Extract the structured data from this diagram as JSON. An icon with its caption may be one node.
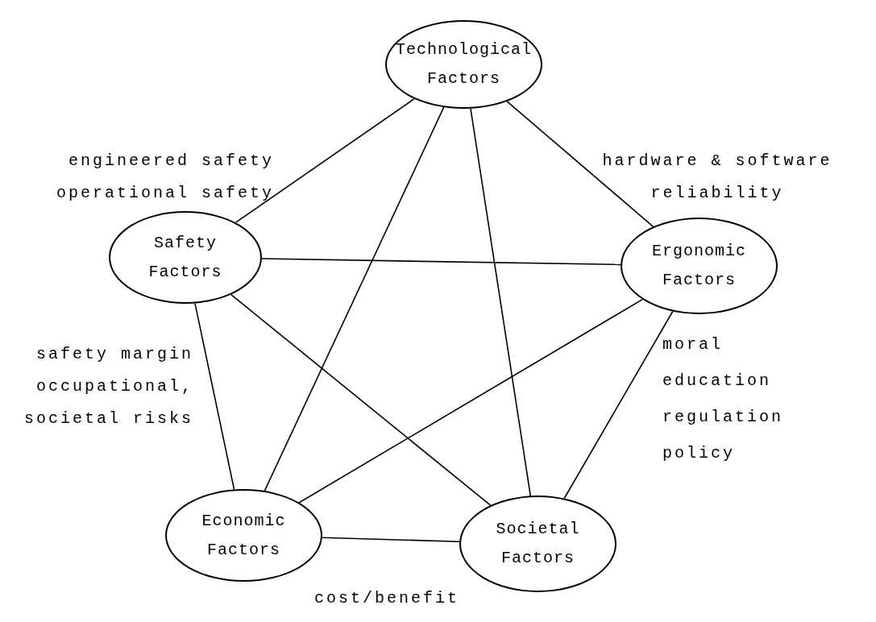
{
  "diagram": {
    "nodes": [
      {
        "text": [
          "Technological Factors"
        ]
      },
      {
        "text": [
          "Safety Factors"
        ]
      },
      {
        "text": [
          "Ergonomic Factors"
        ]
      },
      {
        "text": [
          "Economic Factors"
        ]
      },
      {
        "text": [
          "Societal Factors"
        ]
      }
    ],
    "edges": [
      {
        "from": 0,
        "to": 1,
        "arrow": "none",
        "label": "engineered safety operational safety"
      },
      {
        "from": 0,
        "to": 2,
        "arrow": "none",
        "label": "hardware & software reliability"
      },
      {
        "from": 0,
        "to": 3,
        "arrow": "none"
      },
      {
        "from": 0,
        "to": 4,
        "arrow": "none"
      },
      {
        "from": 1,
        "to": 2,
        "arrow": "none"
      },
      {
        "from": 1,
        "to": 3,
        "arrow": "none",
        "label": "safety margin occupational, societal risks"
      },
      {
        "from": 1,
        "to": 4,
        "arrow": "none"
      },
      {
        "from": 2,
        "to": 3,
        "arrow": "none"
      },
      {
        "from": 2,
        "to": 4,
        "arrow": "none",
        "label": "moral education regulation policy"
      },
      {
        "from": 3,
        "to": 4,
        "arrow": "none",
        "label": "cost/benefit"
      }
    ]
  }
}
